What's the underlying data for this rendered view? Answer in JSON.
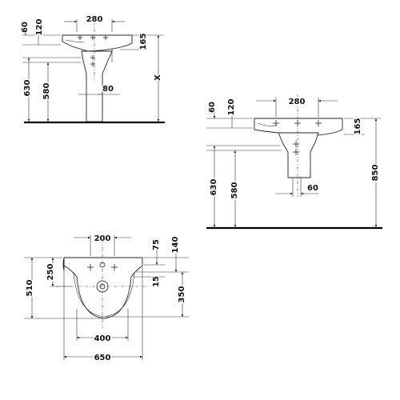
{
  "diagram": {
    "side_small": {
      "w280": "280",
      "h60": "60",
      "h120": "120",
      "h165": "165",
      "h630": "630",
      "h580": "580",
      "w80": "80",
      "hx": "X"
    },
    "side_large": {
      "w280": "280",
      "h60": "60",
      "h120": "120",
      "h165": "165",
      "h630": "630",
      "h580": "580",
      "w60": "60",
      "h850": "850"
    },
    "top_view": {
      "w200": "200",
      "d75": "75",
      "d140": "140",
      "d250": "250",
      "d510": "510",
      "d15": "15",
      "d350": "350",
      "w400": "400",
      "w650": "650"
    }
  }
}
